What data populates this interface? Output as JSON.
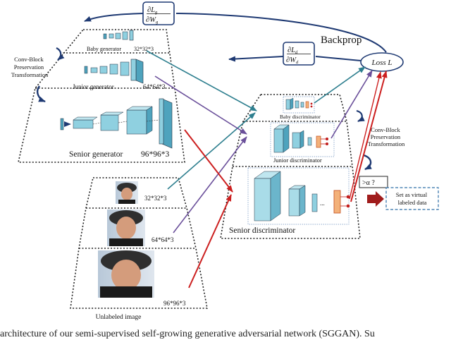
{
  "backprop": {
    "title": "Backprop",
    "gen_grad_num": "∂L",
    "gen_grad_num_sub": "g",
    "gen_grad_den": "∂W",
    "gen_grad_den_sub": "g",
    "disc_grad_num": "∂L",
    "disc_grad_num_sub": "d",
    "disc_grad_den": "∂W",
    "disc_grad_den_sub": "d",
    "loss": "Loss L"
  },
  "generator": {
    "baby": "Baby generator",
    "baby_size": "32*32*3",
    "junior": "Junior generator",
    "junior_size": "64*64*3",
    "senior": "Senior generator",
    "senior_size": "96*96*3",
    "transform_lines": [
      "Conv-Block",
      "Preservation",
      "Transformation"
    ]
  },
  "discriminator": {
    "baby": "Baby discriminator",
    "junior": "Junior discriminator",
    "senior": "Senior discriminator",
    "transform_lines": [
      "Conv-Block",
      "Preservation",
      "Transformation"
    ]
  },
  "images": {
    "size_32": "32*32*3",
    "size_64": "64*64*3",
    "size_96": "96*96*3",
    "label": "Unlabeled image"
  },
  "threshold": {
    "label": ">α ?",
    "output_lines": [
      "Set as virtual",
      "labeled data"
    ]
  },
  "caption": "architecture of our semi-supervised self-growing generative adversarial network (SGGAN). Su",
  "colors": {
    "teal_arrow": "#2e7f8f",
    "purple_arrow": "#6a4f9a",
    "red_arrow": "#cc1f1f",
    "navy": "#1f3a73",
    "block_fill": "#8fd0e0",
    "block_side": "#4ea3bd",
    "threshold_arrow": "#a01c1c"
  }
}
